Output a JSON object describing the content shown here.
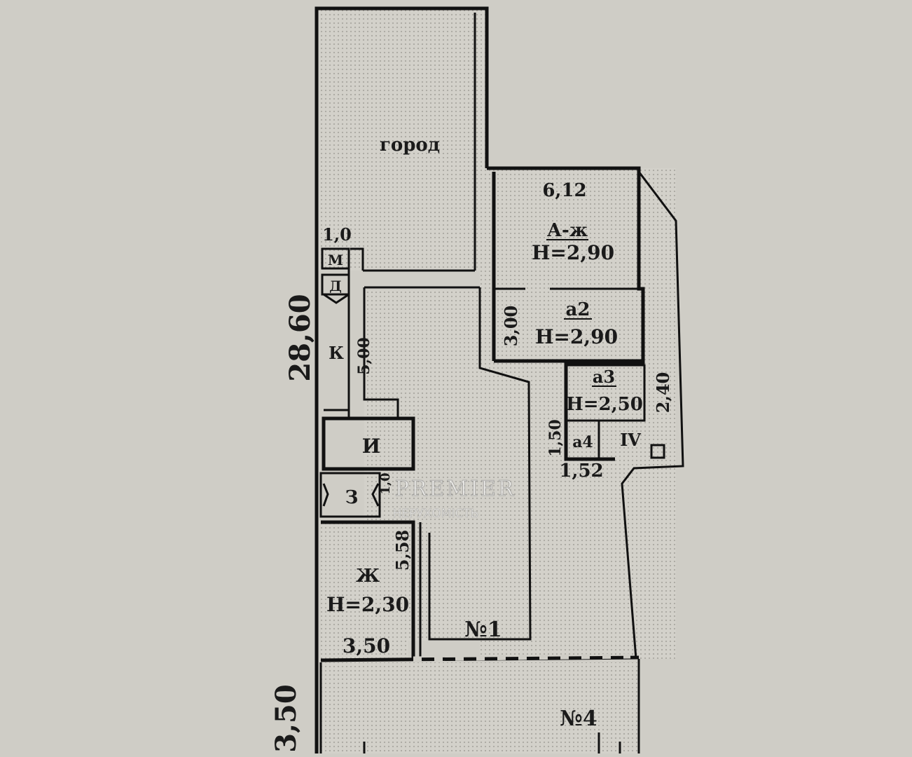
{
  "labels": {
    "garden": "город",
    "main_area": "№1",
    "yard": "№4",
    "overall_length": "28,60",
    "front_depth": "3,50",
    "top_width_m": "1,0",
    "room_m": "М",
    "room_d": "Д",
    "room_k": "К",
    "room_k_len": "5,00",
    "room_i": "И",
    "room_z": "З",
    "room_z_dim": "1,0",
    "room_zh": "Ж",
    "room_zh_h": "Н=2,30",
    "room_zh_len": "5,58",
    "room_zh_width": "3,50",
    "block_width": "6,12",
    "room_a_zh": "А-ж",
    "room_a_zh_h": "Н=2,90",
    "room_a2": "а2",
    "room_a2_h": "Н=2,90",
    "room_a2_dim": "3,00",
    "room_a3": "а3",
    "room_a3_h": "Н=2,50",
    "room_a3_dim": "2,40",
    "room_a4": "а4",
    "room_a4_dim_v": "1,50",
    "room_a4_dim_h": "1,52",
    "room_iv": "IV"
  },
  "watermark": {
    "brand": "PREMIER",
    "sub": "НЕРУХОМІСТЬ"
  },
  "colors": {
    "background": "#cfcdc6",
    "walls": "#111111",
    "hatch": "#b9b7b0"
  }
}
